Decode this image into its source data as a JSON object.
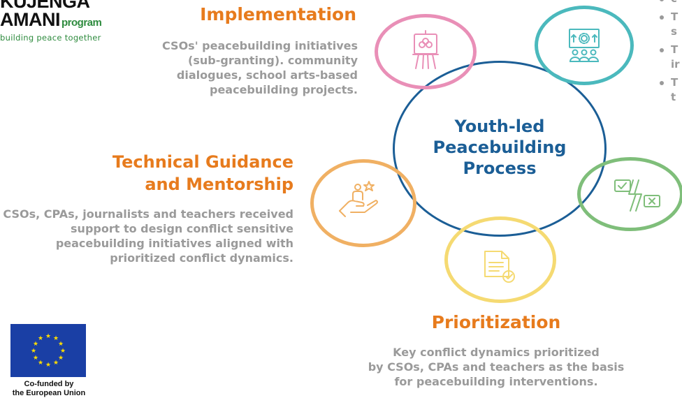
{
  "logo": {
    "line1": "KUJENGA",
    "line2": "AMANI",
    "program": "program",
    "tagline": "building peace together"
  },
  "implementation": {
    "title": "Implementation",
    "text": "CSOs' peacebuilding initiatives (sub-granting). community dialogues, school arts-based peacebuilding projects."
  },
  "technical": {
    "title_line1": "Technical Guidance",
    "title_line2": "and Mentorship",
    "text": "CSOs, CPAs, journalists and teachers received support to design conflict sensitive peacebuilding initiatives aligned with prioritized conflict dynamics."
  },
  "prioritization": {
    "title": "Prioritization",
    "text_line1": "Key conflict dynamics prioritized",
    "text_line2": "by CSOs, CPAs and teachers as the basis",
    "text_line3": "for peacebuilding interventions."
  },
  "center": {
    "line1": "Youth-led",
    "line2": "Peacebuilding",
    "line3": "Process"
  },
  "partial_bullets": [
    "c",
    "T",
    "s",
    "T",
    "ir",
    "T",
    "t"
  ],
  "eu": {
    "line1": "Co-funded by",
    "line2": "the European Union"
  },
  "colors": {
    "orange_title": "#e77b1d",
    "body_gray": "#9a9a9a",
    "center_blue": "#1b5e96",
    "pink": "#e98fb7",
    "teal": "#4bb9bd",
    "green": "#7fbe7a",
    "yellow": "#f5da72",
    "orange": "#f0b063",
    "eu_blue": "#1a3fa5",
    "eu_star": "#ffdd00"
  },
  "icons": [
    "easel-art-icon",
    "workshop-presentation-icon",
    "decision-check-cross-icon",
    "document-checklist-icon",
    "hand-growth-star-icon"
  ]
}
